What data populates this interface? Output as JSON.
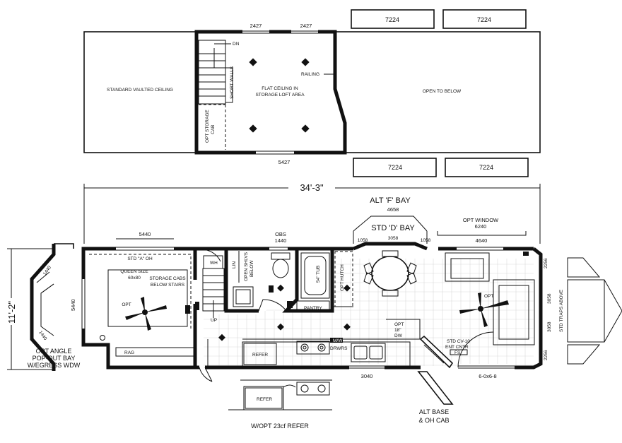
{
  "loft": {
    "upper_windows": [
      "7224",
      "7224"
    ],
    "lower_windows": [
      "7224",
      "7224"
    ],
    "top_windows": [
      "2427",
      "2427"
    ],
    "bottom_window": "5427",
    "labels": {
      "vaulted": "STANDARD VAULTED CEILING",
      "open_below": "OPEN TO BELOW",
      "flat_ceiling": [
        "FLAT CEILING IN",
        "STORAGE LOFT AREA"
      ],
      "short_walls": "SHORT WALLS",
      "railing": "RAILING",
      "dn": "DN",
      "opt_storage": [
        "OPT STORAGE",
        "CAB"
      ]
    }
  },
  "main": {
    "overall_width": "34'-3\"",
    "overall_depth": "11'-2\"",
    "alt_f_bay": "ALT 'F' BAY",
    "alt_f_bay_size": "4658",
    "std_d_bay": "STD 'D' BAY",
    "bay_windows": [
      "1058",
      "3058",
      "1058"
    ],
    "opt_window": "OPT WINDOW",
    "opt_window_size": "6240",
    "window_4640": "4640",
    "window_5440_top": "5440",
    "window_5440_side": "5440",
    "window_1440": "1440",
    "obs": [
      "OBS",
      "1440"
    ],
    "window_3040": "3040",
    "door": "6-0x6-8",
    "end_windows": [
      "2256",
      "3058",
      "3058",
      "2256"
    ],
    "rooms": {
      "std_a_oh": "STD \"A\" OH",
      "queen": [
        "QUEEN SIZE",
        "60x80"
      ],
      "storage_cabs": [
        "STORAGE CABS",
        "BELOW STAIRS"
      ],
      "opt": "OPT",
      "rag": "RAG",
      "wh": "WH",
      "lin": "LIN",
      "open_shlvs": [
        "OPEN SHLVS",
        "BELOW"
      ],
      "tub": "54\" TUB",
      "opt_hutch": "OPT HUTCH",
      "pantry": "PANTRY",
      "up": "UP",
      "refer": "REFER",
      "mw": "M/W",
      "drwrs": "DRWRS",
      "opt_dw": [
        "OPT",
        "18\"",
        "DW"
      ],
      "std_cv": [
        "STD CV-10",
        "ENT CNTR"
      ],
      "fs": "FS",
      "opt_living": "OPT",
      "std_traps": "STD TRAPS ABOVE"
    },
    "opt_angle_bay": [
      "OPT ANGLE",
      "POP-OUT BAY",
      "W/EGRESS WDW"
    ],
    "alt_base": [
      "ALT BASE",
      "& OH CAB"
    ],
    "opt_refer": "W/OPT 23cf REFER",
    "opt_refer_label": "REFER"
  }
}
